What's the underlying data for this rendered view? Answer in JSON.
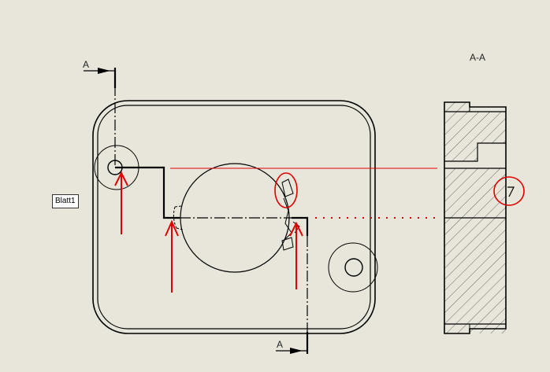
{
  "sheet_tab": {
    "label": "Blatt1"
  },
  "section_labels": {
    "top_left": "A",
    "bottom": "A",
    "view_title": "A-A"
  },
  "colors": {
    "background": "#e8e6da",
    "line": "#000000",
    "annotation": "#e00000"
  },
  "icons": [
    "section-arrow-icon"
  ]
}
